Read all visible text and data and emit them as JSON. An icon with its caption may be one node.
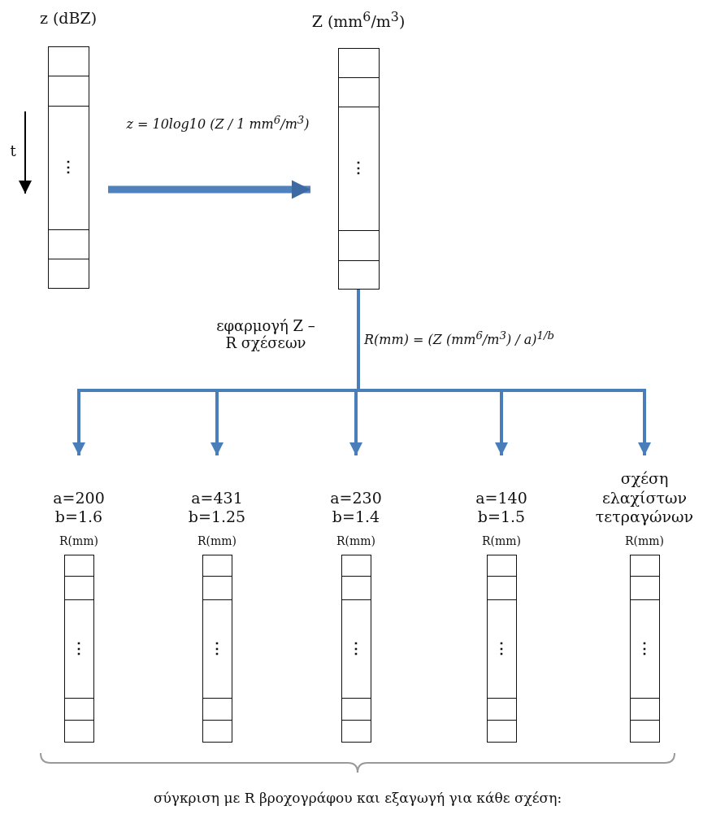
{
  "diagram": {
    "caption": "σύγκριση με R βροχογράφου και εξαγωγή για κάθε σχέση:",
    "nodes": [
      {
        "text": [
          "z (dBZ)",
          "⋮"
        ]
      },
      {
        "text": [
          "Z (mm$^{6}$/m$^{3}$)",
          "⋮"
        ]
      },
      {
        "text": [
          "a=200 b=1.6",
          "R(mm)",
          "⋮"
        ]
      },
      {
        "text": [
          "a=431 b=1.25",
          "R(mm)",
          "⋮"
        ]
      },
      {
        "text": [
          "a=230 b=1.4",
          "R(mm)",
          "⋮"
        ]
      },
      {
        "text": [
          "a=140 b=1.5",
          "R(mm)",
          "⋮"
        ]
      },
      {
        "text": [
          "σχέση ελαχίστων τετραγώνων",
          "R(mm)",
          "⋮"
        ]
      }
    ],
    "edges": [
      {
        "from": 0,
        "to": 1,
        "arrow": "to",
        "style": "thick",
        "label": "z = 10log10 (Z / 1 mm$^{6}$/m$^{3}$)"
      },
      {
        "from": 1,
        "to": 2,
        "arrow": "to"
      },
      {
        "from": 1,
        "to": 3,
        "arrow": "to"
      },
      {
        "from": 1,
        "to": 4,
        "arrow": "to"
      },
      {
        "from": 1,
        "to": 5,
        "arrow": "to"
      },
      {
        "from": 1,
        "to": 6,
        "arrow": "to"
      }
    ],
    "labels": [
      "t",
      "εφαρμογή Z – R σχέσεων",
      "R(mm) = (Z (mm$^{6}$/m$^{3}$) / a)$^{1/b}$"
    ]
  }
}
